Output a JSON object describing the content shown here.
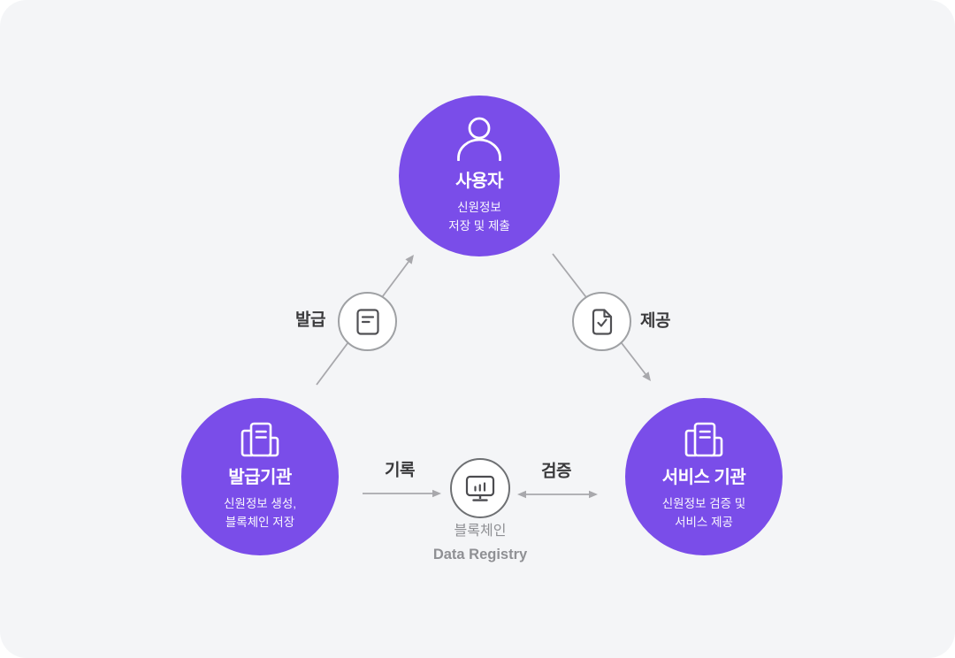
{
  "colors": {
    "panel_bg": "#f4f5f7",
    "accent_purple": "#7a4de9",
    "arrow_gray": "#a8a8ac",
    "edge_label_dark": "#3a3a3c",
    "registry_text_gray": "#8f9094",
    "mini_circle_border": "#9fa1a4",
    "registry_circle_border": "#6e7073",
    "icon_stroke_dark": "#505054",
    "node_text": "#ffffff"
  },
  "nodes": {
    "user": {
      "title": "사용자",
      "subtitle_lines": [
        "신원정보",
        "저장 및 제출"
      ],
      "icon": "person-icon"
    },
    "issuer": {
      "title": "발급기관",
      "subtitle_lines": [
        "신원정보 생성,",
        "블록체인 저장"
      ],
      "icon": "organization-icon"
    },
    "service": {
      "title": "서비스 기관",
      "subtitle_lines": [
        "신원정보 검증 및",
        "서비스 제공"
      ],
      "icon": "organization-icon"
    },
    "registry": {
      "label_ko": "블록체인",
      "label_en": "Data Registry",
      "icon": "monitor-chart-icon"
    }
  },
  "edges": {
    "issue": {
      "label": "발급",
      "icon": "document-icon"
    },
    "provide": {
      "label": "제공",
      "icon": "document-check-icon"
    },
    "record": {
      "label": "기록"
    },
    "verify": {
      "label": "검증"
    }
  }
}
